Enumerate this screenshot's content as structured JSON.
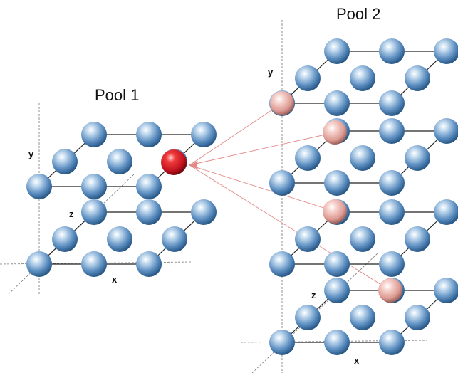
{
  "pools": [
    {
      "title": "Pool 1",
      "axis_labels": {
        "x": "x",
        "y": "y",
        "z": "z"
      }
    },
    {
      "title": "Pool 2",
      "axis_labels": {
        "x": "x",
        "y": "y",
        "z": "z"
      }
    }
  ],
  "colors": {
    "atom": "#5b8dc0",
    "selected_atom": "#cc1822",
    "candidate_atom": "#e6a49c",
    "bond": "#222222",
    "axis": "#777777",
    "transfer_arrow": "#e38787"
  }
}
